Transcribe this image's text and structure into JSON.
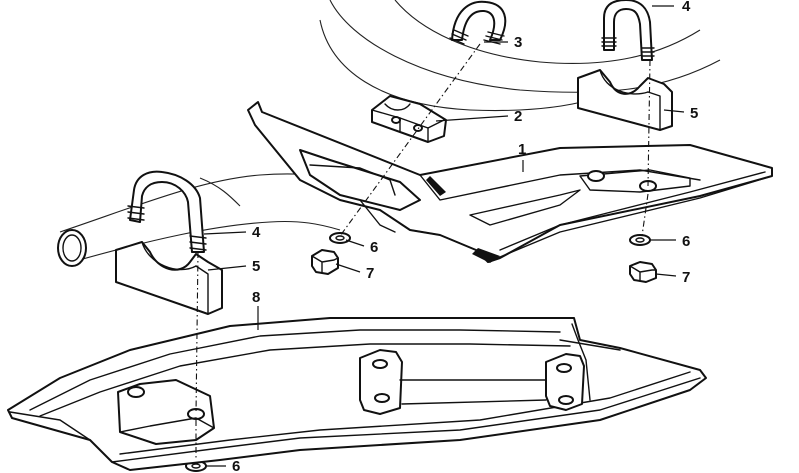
{
  "callouts": [
    {
      "id": "c1",
      "label": "1"
    },
    {
      "id": "c2",
      "label": "2"
    },
    {
      "id": "c3",
      "label": "3"
    },
    {
      "id": "c4a",
      "label": "4"
    },
    {
      "id": "c4b",
      "label": "4"
    },
    {
      "id": "c5a",
      "label": "5"
    },
    {
      "id": "c5b",
      "label": "5"
    },
    {
      "id": "c6a",
      "label": "6"
    },
    {
      "id": "c6b",
      "label": "6"
    },
    {
      "id": "c6c",
      "label": "6"
    },
    {
      "id": "c7a",
      "label": "7"
    },
    {
      "id": "c7b",
      "label": "7"
    },
    {
      "id": "c8",
      "label": "8"
    }
  ]
}
